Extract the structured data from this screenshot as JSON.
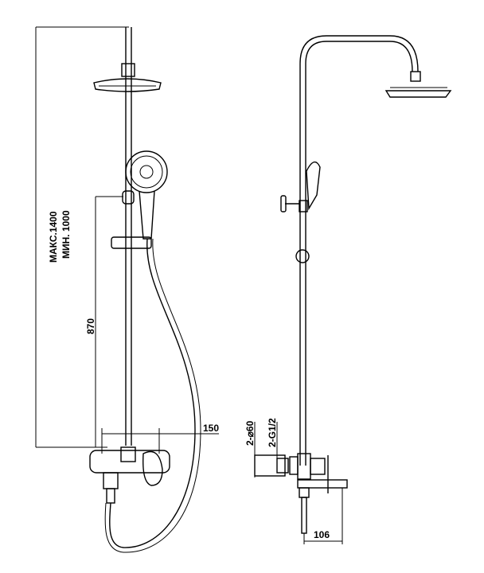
{
  "front_view": {
    "height_max": "МАКС.1400",
    "height_min": "МИН. 1000",
    "holder_height": "870",
    "mixer_width": "150"
  },
  "side_view": {
    "connection_diameter": "2-⌀60",
    "thread": "2-G1/2",
    "spout_length": "106"
  }
}
